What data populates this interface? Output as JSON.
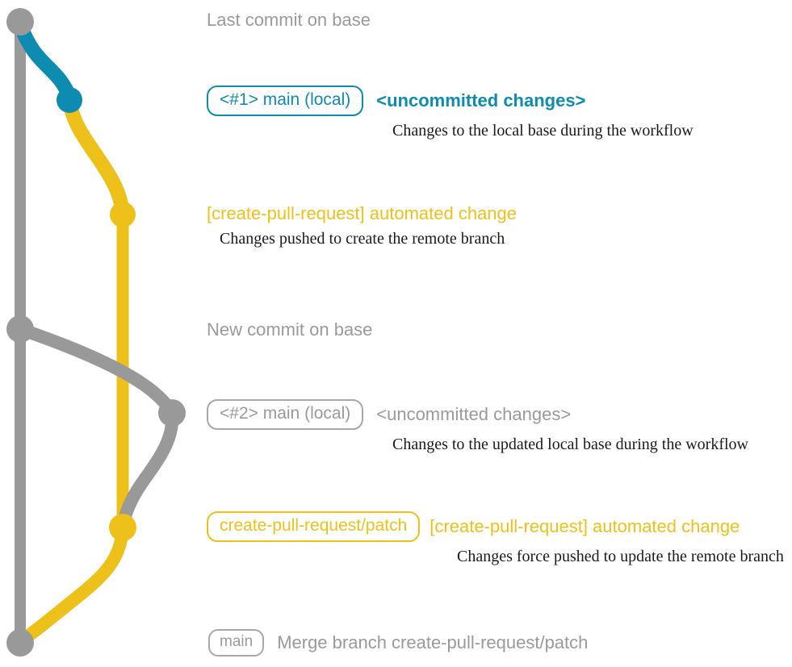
{
  "diagram": {
    "title": "Git create-pull-request workflow branch diagram",
    "colors": {
      "base_gray": "#999999",
      "local_teal": "#0d8bb0",
      "patch_yellow": "#eec01a",
      "description_text": "#1a1a1a",
      "background": "#ffffff"
    },
    "commits": [
      {
        "id": "last-commit-on-base",
        "lane": "base",
        "color": "#999999",
        "badge": null,
        "headline": "Last commit on base",
        "headline_color": "#999999",
        "description": null
      },
      {
        "id": "local-changes-1",
        "lane": "local",
        "color": "#0d8bb0",
        "badge": "<#1> main (local)",
        "headline": "<uncommitted changes>",
        "headline_color": "#0d8bb0",
        "description": "Changes to the local base during the workflow"
      },
      {
        "id": "automated-change-1",
        "lane": "patch",
        "color": "#eec01a",
        "badge": null,
        "headline": "[create-pull-request] automated change",
        "headline_color": "#eec01a",
        "description": "Changes pushed to create the remote branch"
      },
      {
        "id": "new-commit-on-base",
        "lane": "base",
        "color": "#999999",
        "badge": null,
        "headline": "New commit on base",
        "headline_color": "#999999",
        "description": null
      },
      {
        "id": "local-changes-2",
        "lane": "base-right",
        "color": "#999999",
        "badge": "<#2> main (local)",
        "headline": "<uncommitted changes>",
        "headline_color": "#9a9a9a",
        "description": "Changes to the updated local base during the workflow"
      },
      {
        "id": "automated-change-2",
        "lane": "patch",
        "color": "#eec01a",
        "badge": "create-pull-request/patch",
        "headline": "[create-pull-request] automated change",
        "headline_color": "#eec01a",
        "description": "Changes force pushed to update the remote branch"
      },
      {
        "id": "merge-commit",
        "lane": "base",
        "color": "#999999",
        "badge": "main",
        "headline": "Merge branch create-pull-request/patch",
        "headline_color": "#9a9a9a",
        "description": null
      }
    ]
  }
}
